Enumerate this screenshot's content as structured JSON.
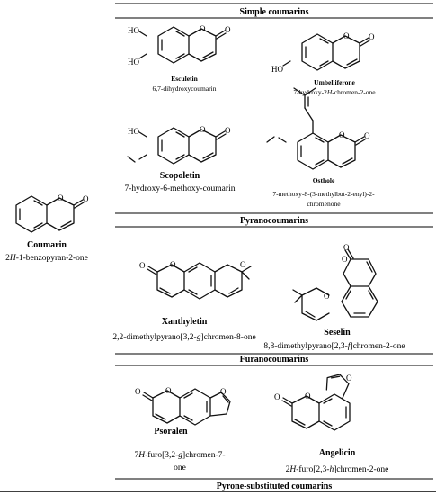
{
  "headers": {
    "simple": "Simple coumarins",
    "pyrano": "Pyranocoumarins",
    "furano": "Furanocoumarins",
    "pyrone": "Pyrone-substituted coumarins"
  },
  "parent": {
    "name": "Coumarin",
    "iupac_pre": "2",
    "iupac_ital": "H",
    "iupac_post": "-1-benzopyran-2-one"
  },
  "compounds": {
    "esculetin": {
      "name": "Esculetin",
      "iupac": "6,7-dihydroxycoumarin"
    },
    "umbelliferone": {
      "name": "Umbelliferone",
      "iupac_pre": "7-hydroxy-2",
      "iupac_ital": "H",
      "iupac_post": "-chromen-2-one"
    },
    "scopoletin": {
      "name": "Scopoletin",
      "iupac": "7-hydroxy-6-methoxy-coumarin"
    },
    "osthole": {
      "name": "Osthole",
      "iupac_l1": "7-methoxy-8-(3-methylbut-2-enyl)-2-",
      "iupac_l2": "chromenone"
    },
    "xanthyletin": {
      "name": "Xanthyletin",
      "iupac_pre": "2,2-dimethylpyrano[3,2-",
      "iupac_ital": "g",
      "iupac_post": "]chromen-8-one"
    },
    "seselin": {
      "name": "Seselin",
      "iupac_pre": "8,8-dimethylpyrano[2,3-",
      "iupac_ital": "f",
      "iupac_post": "]chromen-2-one"
    },
    "psoralen": {
      "name": "Psoralen",
      "iupac_pre": "7",
      "iupac_ital": "H",
      "iupac_mid": "-furo[3,2-",
      "iupac_ital2": "g",
      "iupac_post": "]chromen-7-",
      "iupac_l2": "one"
    },
    "angelicin": {
      "name": "Angelicin",
      "iupac_pre": "2",
      "iupac_ital": "H",
      "iupac_mid": "-furo[2,3-",
      "iupac_ital2": "h",
      "iupac_post": "]chromen-2-one"
    }
  },
  "atoms": {
    "oxygen": "O",
    "hydroxyl": "HO"
  }
}
